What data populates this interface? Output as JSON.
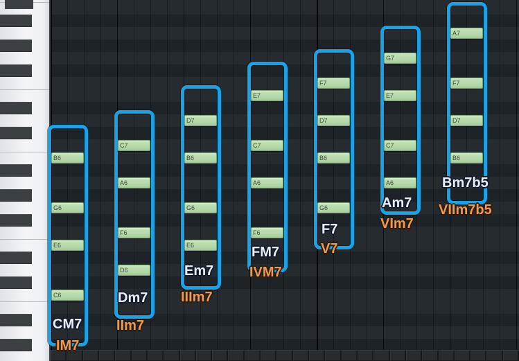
{
  "view": {
    "type": "piano-roll-chord-chart"
  },
  "colors": {
    "selection_blue": "#18a2e8",
    "note_green": "#b2d7a6",
    "chord_name_text": "#e9eef5",
    "roman_numeral_text": "#ea9b55",
    "grid_background": "#23282d"
  },
  "chords": [
    {
      "name": "CM7",
      "roman": "IM7",
      "notes": [
        "C6",
        "E6",
        "G6",
        "B6"
      ]
    },
    {
      "name": "Dm7",
      "roman": "IIm7",
      "notes": [
        "D6",
        "F6",
        "A6",
        "C7"
      ]
    },
    {
      "name": "Em7",
      "roman": "IIIm7",
      "notes": [
        "E6",
        "G6",
        "B6",
        "D7"
      ]
    },
    {
      "name": "FM7",
      "roman": "IVM7",
      "notes": [
        "F6",
        "A6",
        "C7",
        "E7"
      ]
    },
    {
      "name": "F7",
      "roman": "V7",
      "notes": [
        "G6",
        "B6",
        "D7",
        "F7"
      ]
    },
    {
      "name": "Am7",
      "roman": "VIm7",
      "notes": [
        "A6",
        "C7",
        "E7",
        "G7"
      ]
    },
    {
      "name": "Bm7b5",
      "roman": "VIIm7b5",
      "notes": [
        "B6",
        "D7",
        "F7",
        "A7"
      ]
    }
  ]
}
